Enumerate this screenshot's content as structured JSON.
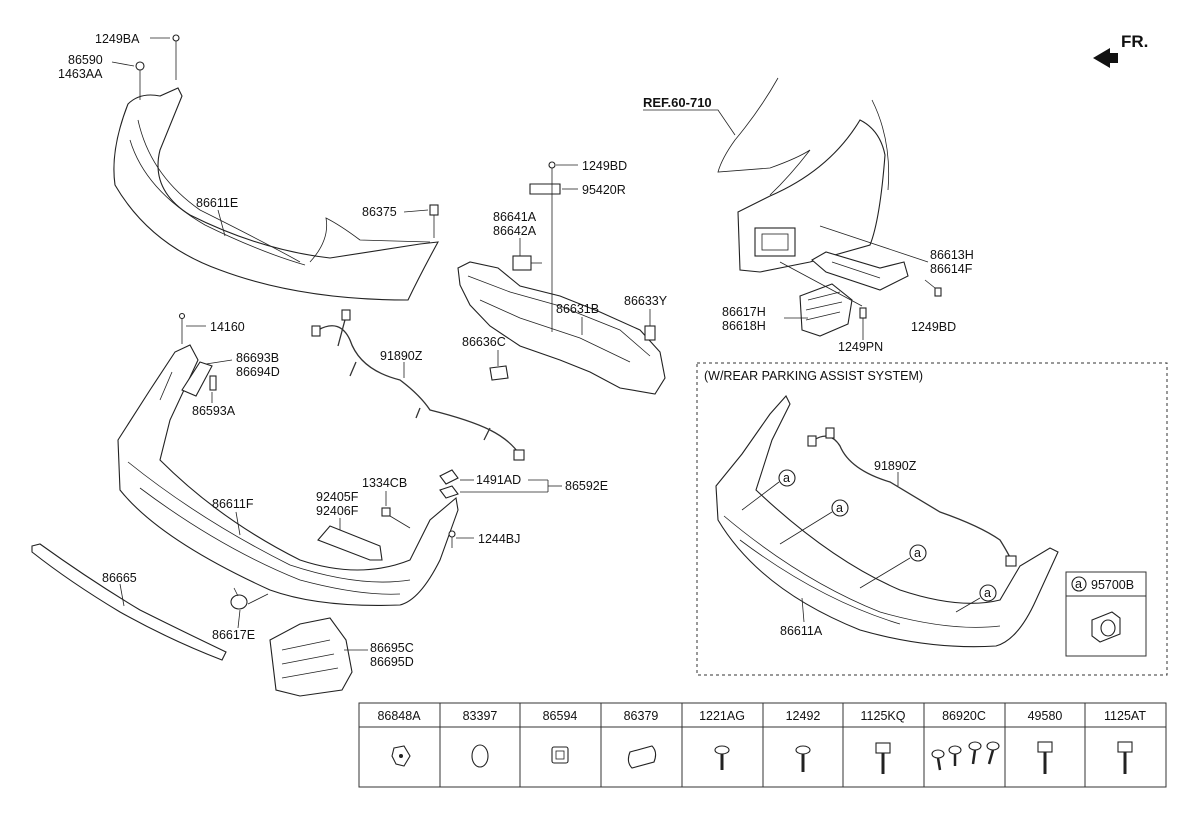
{
  "header": {
    "front_label": "FR.",
    "ref_label": "REF.60-710"
  },
  "callouts": {
    "c1249BA": "1249BA",
    "c86590": "86590",
    "c1463AA": "1463AA",
    "c86611E": "86611E",
    "c86375": "86375",
    "c1249BD_a": "1249BD",
    "c95420R": "95420R",
    "c86641A": "86641A",
    "c86642A": "86642A",
    "c86631B": "86631B",
    "c86633Y": "86633Y",
    "c86636C": "86636C",
    "c14160": "14160",
    "c86693B": "86693B",
    "c86694D": "86694D",
    "c86593A": "86593A",
    "c91890Z": "91890Z",
    "c86611F": "86611F",
    "c1334CB": "1334CB",
    "c1491AD": "1491AD",
    "c86592E": "86592E",
    "c92405F": "92405F",
    "c92406F": "92406F",
    "c1244BJ": "1244BJ",
    "c86665": "86665",
    "c86617E": "86617E",
    "c86695C": "86695C",
    "c86695D": "86695D",
    "c86613H": "86613H",
    "c86614F": "86614F",
    "c86617H": "86617H",
    "c86618H": "86618H",
    "c1249BD_b": "1249BD",
    "c1249PN": "1249PN"
  },
  "option_box": {
    "title": "(W/REAR PARKING ASSIST SYSTEM)",
    "harness_label": "91890Z",
    "bumper_label": "86611A",
    "sensor_marker": "a",
    "sensor_part": "95700B"
  },
  "parts_table": {
    "headers": [
      "86848A",
      "83397",
      "86594",
      "86379",
      "1221AG",
      "12492",
      "1125KQ",
      "86920C",
      "49580",
      "1125AT"
    ]
  }
}
